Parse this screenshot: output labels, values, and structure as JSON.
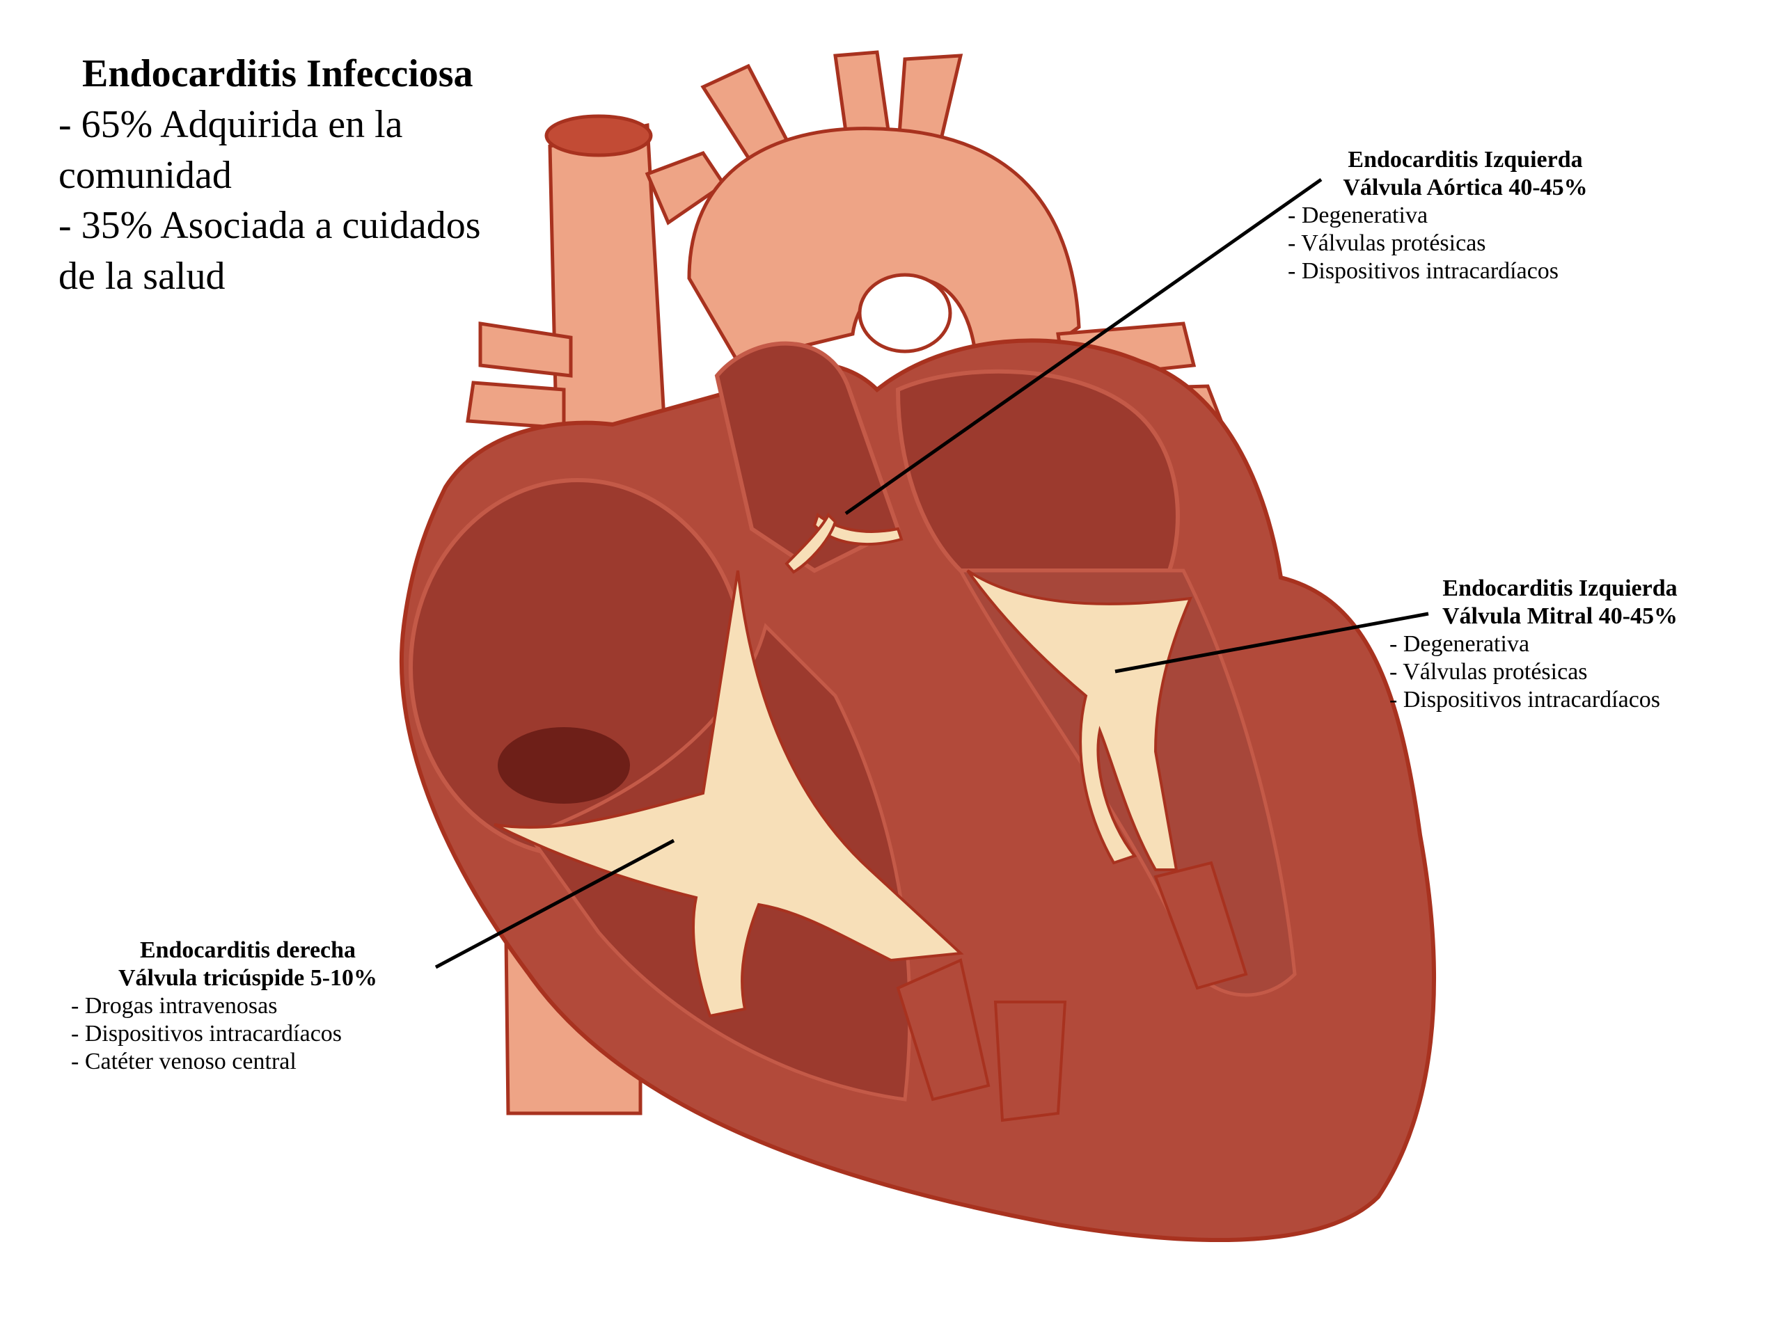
{
  "main": {
    "title": "Endocarditis Infecciosa",
    "lines": [
      "- 65% Adquirida en la",
      "comunidad",
      "- 35% Asociada a cuidados",
      "de la salud"
    ]
  },
  "callouts": {
    "aortic": {
      "heading": [
        "Endocarditis Izquierda",
        "Válvula Aórtica 40-45%"
      ],
      "items": [
        "- Degenerativa",
        "- Válvulas protésicas",
        "- Dispositivos intracardíacos"
      ]
    },
    "mitral": {
      "heading": [
        "Endocarditis Izquierda",
        "Válvula Mitral 40-45%"
      ],
      "items": [
        "- Degenerativa",
        "- Válvulas protésicas",
        "- Dispositivos intracardíacos"
      ]
    },
    "tricuspid": {
      "heading": [
        "Endocarditis derecha",
        "Válvula tricúspide 5-10%"
      ],
      "items": [
        "- Drogas intravenosas",
        "- Dispositivos intracardíacos",
        "- Catéter venoso central"
      ]
    }
  },
  "colors": {
    "vessel": "#eea486",
    "outline": "#a8321f",
    "muscle": "#b24a3a",
    "muscle_dark": "#8e2a1f",
    "chamber": "#9c3a2e",
    "valve": "#f7dfb8",
    "pointer": "#000000"
  }
}
